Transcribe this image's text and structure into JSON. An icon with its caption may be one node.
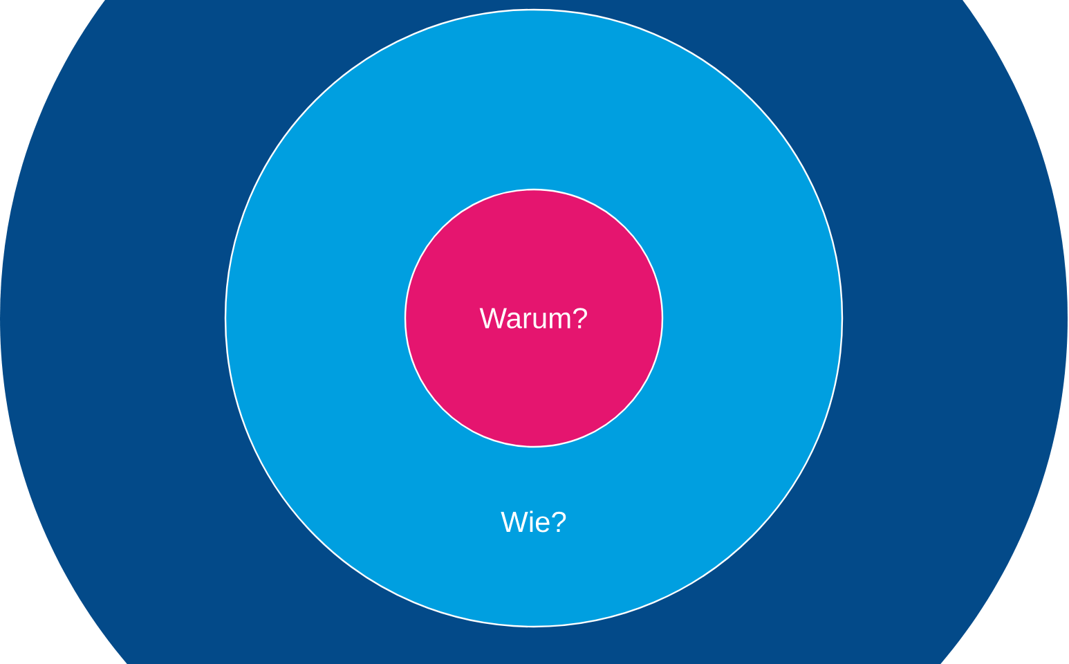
{
  "diagram": {
    "nodes": [
      {
        "text": [],
        "shape": "circle"
      },
      {
        "text": [
          "Wie?"
        ],
        "in": 0
      },
      {
        "text": [
          "Warum?"
        ],
        "in": 1
      }
    ]
  }
}
